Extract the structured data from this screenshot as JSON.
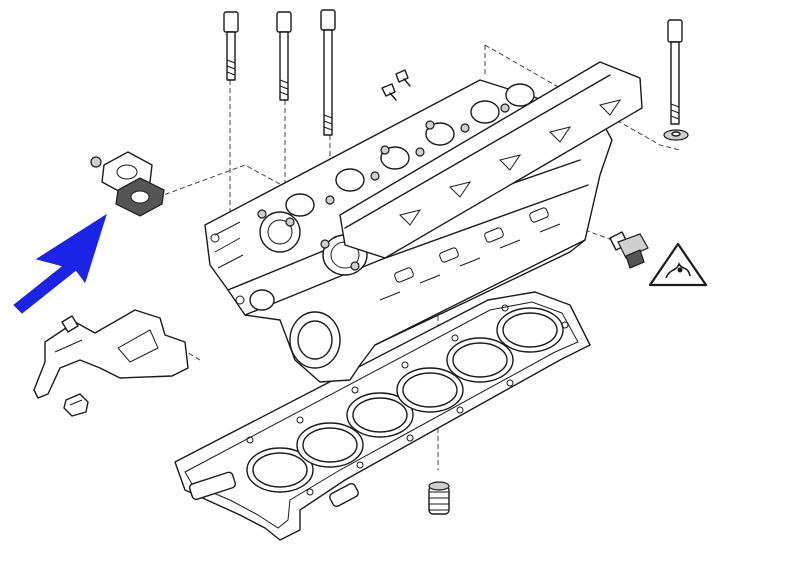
{
  "diagram": {
    "parts": [
      "cylinder-head",
      "head-bolt",
      "head-gasket",
      "cover-plate",
      "plate-gasket",
      "coolant-temperature-sensor",
      "valve-stem-seal",
      "bracket",
      "screw",
      "washer"
    ],
    "icons": {
      "pointer": "arrow-icon",
      "warning": "hot-surface-warning-icon"
    },
    "colors": {
      "arrow": "#1a23e6",
      "line": "#1a1a1a",
      "background": "#ffffff"
    }
  }
}
